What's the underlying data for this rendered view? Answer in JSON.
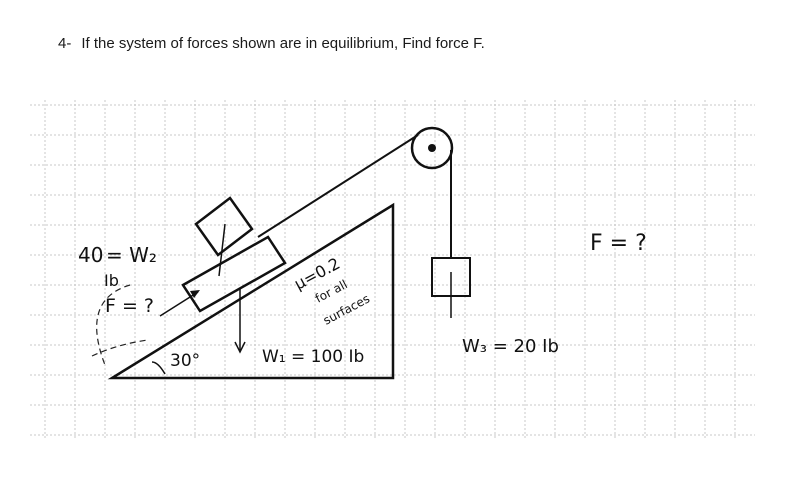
{
  "question": {
    "number": "4-",
    "text": "If the system of forces shown are in equilibrium, Find force F."
  },
  "figure": {
    "labels": {
      "w2_value": "40",
      "w2_name": "= W₂",
      "w2_unit": "Ib",
      "f_upper": "F = ?",
      "angle": "30°",
      "mu": "μ=0.2",
      "for_all": "for all",
      "surfaces": "surfaces",
      "w1": "W₁ = 100 Ib",
      "w3": "W₃ = 20 Ib",
      "f_right": "F = ?"
    }
  }
}
